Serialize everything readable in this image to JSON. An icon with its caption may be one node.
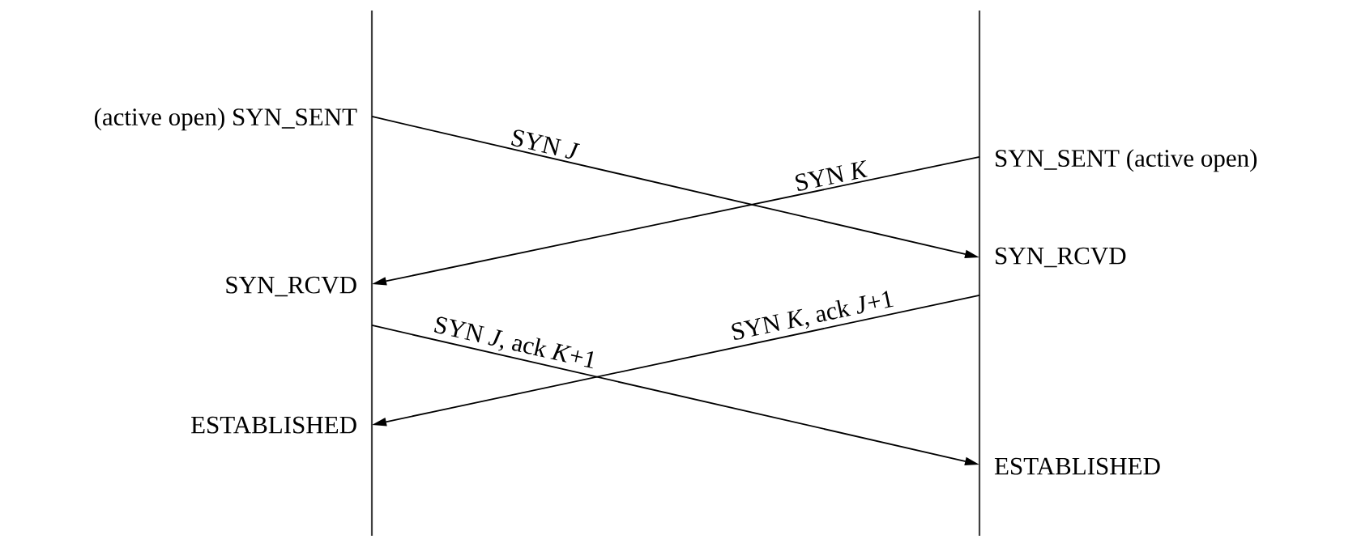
{
  "diagram": {
    "nodes": [
      {
        "text": [
          "(active open) SYN_SENT"
        ]
      },
      {
        "text": [
          "SYN_SENT (active open)"
        ]
      },
      {
        "text": [
          "SYN_RCVD"
        ]
      },
      {
        "text": [
          "SYN_RCVD"
        ]
      },
      {
        "text": [
          "ESTABLISHED"
        ]
      },
      {
        "text": [
          "ESTABLISHED"
        ]
      }
    ],
    "edges": [
      {
        "from": 0,
        "to": 3,
        "arrow": "to",
        "label": "SYN *J*"
      },
      {
        "from": 1,
        "to": 2,
        "arrow": "to",
        "label": "SYN *K*"
      },
      {
        "from": 2,
        "to": 5,
        "arrow": "to",
        "label": "SYN *J*, ack *K*+1"
      },
      {
        "from": 3,
        "to": 4,
        "arrow": "to",
        "label": "SYN *K*, ack *J*+1"
      }
    ]
  }
}
